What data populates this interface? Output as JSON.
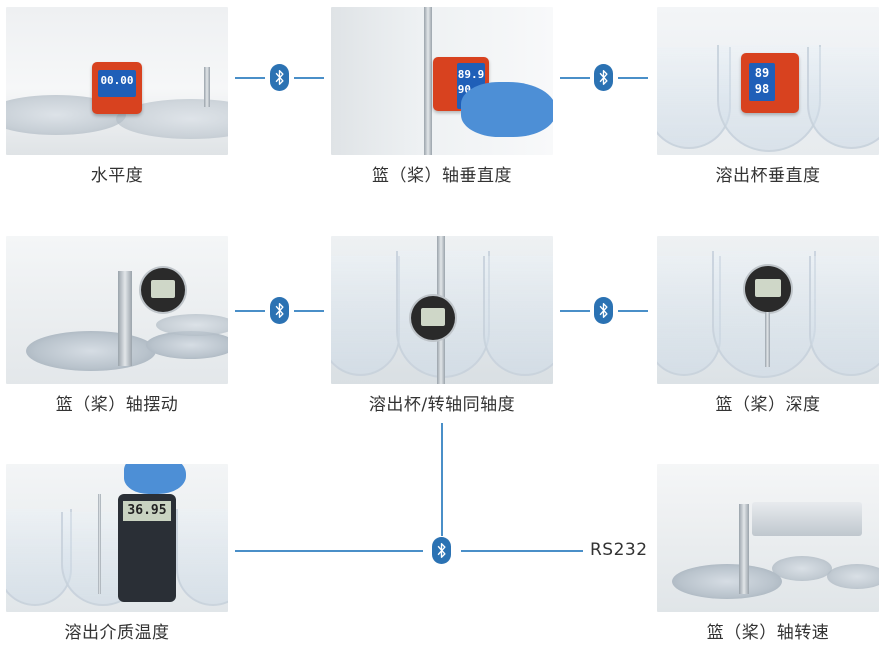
{
  "items": [
    {
      "label": "水平度"
    },
    {
      "label": "篮（桨）轴垂直度"
    },
    {
      "label": "溶出杯垂直度"
    },
    {
      "label": "篮（桨）轴摆动"
    },
    {
      "label": "溶出杯/转轴同轴度"
    },
    {
      "label": "篮（桨）深度"
    },
    {
      "label": "溶出介质温度"
    },
    {
      "label": "篮（桨）轴转速"
    }
  ],
  "device_readouts": {
    "level_1": "00.00",
    "level_2_top": "89.9",
    "level_2_bottom": "90.0",
    "level_3_top": "89",
    "level_3_bottom": "98",
    "thermometer": "36.95"
  },
  "connection": {
    "serial_label": "RS232"
  },
  "colors": {
    "connector_line": "#4a8fc8",
    "bluetooth_badge": "#2b72b3",
    "caption_text": "#333333"
  },
  "icon_names": [
    "bluetooth-icon"
  ]
}
